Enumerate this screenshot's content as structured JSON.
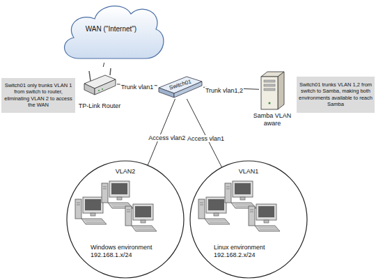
{
  "diagram": {
    "nodes": [
      {
        "text": [
          "WAN (\"Internet\")"
        ]
      },
      {
        "text": [
          "Switch01 only trunks VLAN 1 from switch to router, eliminating VLAN 2 to access the WAN"
        ]
      },
      {
        "text": [
          "TP-Link Router"
        ]
      },
      {
        "text": [
          "Switch01"
        ]
      },
      {
        "text": [
          "Samba VLAN aware"
        ]
      },
      {
        "text": [
          "Switch01 trunks VLAN 1,2 from switch to Samba, making both environments available to reach Samba"
        ]
      },
      {
        "text": [
          "VLAN2",
          "Windows environment 192.168.1.x/24"
        ]
      },
      {
        "text": [
          "VLAN1",
          "Linux environment 192.168.2.x/24"
        ]
      }
    ],
    "edges": [
      {
        "from": 2,
        "to": 0,
        "arrow": "none"
      },
      {
        "from": 2,
        "to": 3,
        "label": "Trunk vlan1",
        "arrow": "none"
      },
      {
        "from": 3,
        "to": 4,
        "label": "Trunk vlan1,2",
        "arrow": "none"
      },
      {
        "from": 3,
        "to": 6,
        "label": "Access vlan2",
        "arrow": "none"
      },
      {
        "from": 3,
        "to": 7,
        "label": "Access vlan1",
        "arrow": "none"
      }
    ]
  }
}
